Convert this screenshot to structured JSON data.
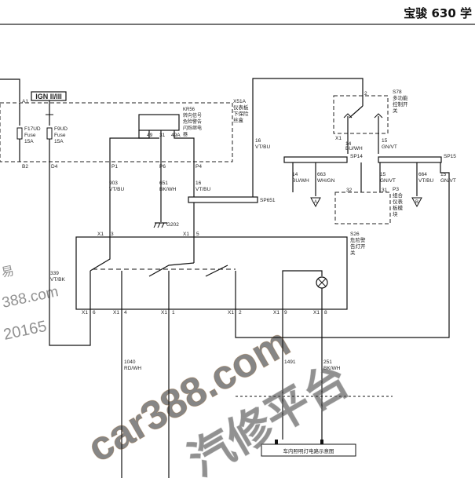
{
  "header": {
    "title": "宝骏 630 学"
  },
  "ignition": {
    "label": "IGN II/III"
  },
  "fuses": [
    {
      "terminal_in": "A1",
      "name": "F17UD",
      "type": "Fuse",
      "rating": "15A",
      "terminal_out": "B2"
    },
    {
      "terminal_out": "D4",
      "name": "F9UD",
      "type": "Fuse",
      "rating": "15A"
    }
  ],
  "connector_x51a": {
    "id": "X51A",
    "description": [
      "仪表板",
      "下保险",
      "丝盒"
    ],
    "relay": {
      "id": "KR56",
      "description": [
        "转向信号",
        "危险警告",
        "闪烁继电",
        "器"
      ],
      "pins": [
        "49",
        "31",
        "49A"
      ]
    },
    "pins_bottom": [
      "P1",
      "P6",
      "P4"
    ]
  },
  "wires": {
    "w903": {
      "circuit": "903",
      "color": "VT/BU"
    },
    "w651": {
      "circuit": "651",
      "color": "BK/WH"
    },
    "w16": {
      "circuit": "16",
      "color": "VT/BU"
    },
    "w16_top": {
      "circuit": "16",
      "color": "VT/BU"
    },
    "w339": {
      "circuit": "339",
      "color": "VT/BK"
    },
    "w1040": {
      "circuit": "1040",
      "color": "RD/WH"
    },
    "w14_bu_wh": {
      "circuit": "14",
      "color": "BU/WH"
    },
    "w15_gn_vt": {
      "circuit": "15",
      "color": "GN/VT"
    },
    "w14_sp14": {
      "circuit": "14",
      "color": "BU/WH"
    },
    "w663": {
      "circuit": "663",
      "color": "WH/GN"
    },
    "w15_sp15": {
      "circuit": "15",
      "color": "GN/VT"
    },
    "w664": {
      "circuit": "664",
      "color": "VT/BU"
    },
    "w15_right": {
      "circuit": "15",
      "color": "GN/VT"
    },
    "w1491": {
      "circuit": "1491",
      "color": ""
    },
    "w251": {
      "circuit": "251",
      "color": "BK/WH"
    }
  },
  "ground": {
    "id": "G202"
  },
  "splices": {
    "sp651": "SP651",
    "sp14": "SP14",
    "sp15": "SP15"
  },
  "s78": {
    "id": "S78",
    "description": [
      "多功能",
      "控制开",
      "关"
    ],
    "pin_top": "2",
    "pin_left_conn": "X1",
    "pin_left": "14",
    "pin_right": "15"
  },
  "p3": {
    "id": "P3",
    "description": [
      "组合",
      "仪表",
      "板模",
      "块"
    ],
    "pin_left": "32",
    "pin_right": "31"
  },
  "offpage": {
    "a": "A",
    "b": "B"
  },
  "s26": {
    "id": "S26",
    "description": [
      "危险警",
      "告灯开",
      "关"
    ],
    "top_pins": [
      {
        "conn": "X1",
        "pin": "3"
      },
      {
        "conn": "X1",
        "pin": "5"
      }
    ],
    "bottom_pins": [
      {
        "conn": "X1",
        "pin": "6"
      },
      {
        "conn": "X1",
        "pin": "4"
      },
      {
        "conn": "X1",
        "pin": "1"
      },
      {
        "conn": "X1",
        "pin": "2"
      },
      {
        "conn": "X1",
        "pin": "9"
      },
      {
        "conn": "X1",
        "pin": "8"
      }
    ]
  },
  "bottom_box": {
    "label": "车内照明灯电路示意图"
  },
  "watermarks": [
    "易",
    "388.com",
    "20165",
    "car388.com",
    "汽修平台"
  ]
}
